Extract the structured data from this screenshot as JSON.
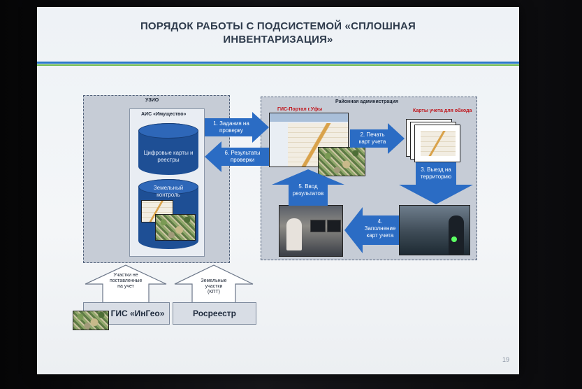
{
  "slide": {
    "title": "ПОРЯДОК РАБОТЫ С ПОДСИСТЕМОЙ «СПЛОШНАЯ ИНВЕНТАРИЗАЦИЯ»",
    "page_number": "19"
  },
  "left_group": {
    "label": "УЗИО",
    "ais_label": "АИС «Имущество»",
    "db1_label": "Цифровые карты и реестры",
    "db2_label": "Земельный контроль"
  },
  "right_group": {
    "label": "Районная администрация",
    "gis_portal_label": "ГИС-Портал г.Уфы",
    "survey_cards_label": "Карты учета для обхода"
  },
  "flows": {
    "step1": "1. Задания на проверку",
    "step2": "2. Печать карт учета",
    "step3": "3. Выезд на территорию",
    "step4": "4. Заполнение карт учета",
    "step5": "5. Ввод результатов",
    "step6": "6. Результаты проверки"
  },
  "sources": {
    "ingeo_label": "ГИС «ИнГео»",
    "ingeo_arrow_text": "Участки не поставленные на учет",
    "rosreestr_label": "Росреестр",
    "rosreestr_arrow_text": "Земельные участки (КПТ)"
  },
  "colors": {
    "arrow_blue": "#2b6cc4",
    "db_blue": "#1e4f95",
    "title_color": "#2e3b4c",
    "rule_blue": "#2a78c9",
    "rule_green": "#6cb84a"
  }
}
